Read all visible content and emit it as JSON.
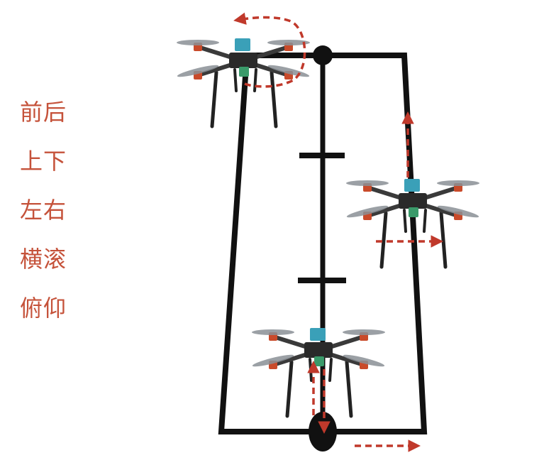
{
  "motion_labels": [
    "前后",
    "上下",
    "左右",
    "横滚",
    "俯仰"
  ],
  "colors": {
    "label": "#c5523a",
    "arrow": "#c0392b",
    "frame": "#111111",
    "drone_body": "#3a3a3a",
    "motor": "#c94a2a",
    "battery": "#3aa0b8",
    "board": "#3a9a6a"
  },
  "icons": {
    "drone": "quadcopter-drone-icon",
    "arrow": "dashed-arrow-icon",
    "joint": "pivot-joint-icon"
  }
}
